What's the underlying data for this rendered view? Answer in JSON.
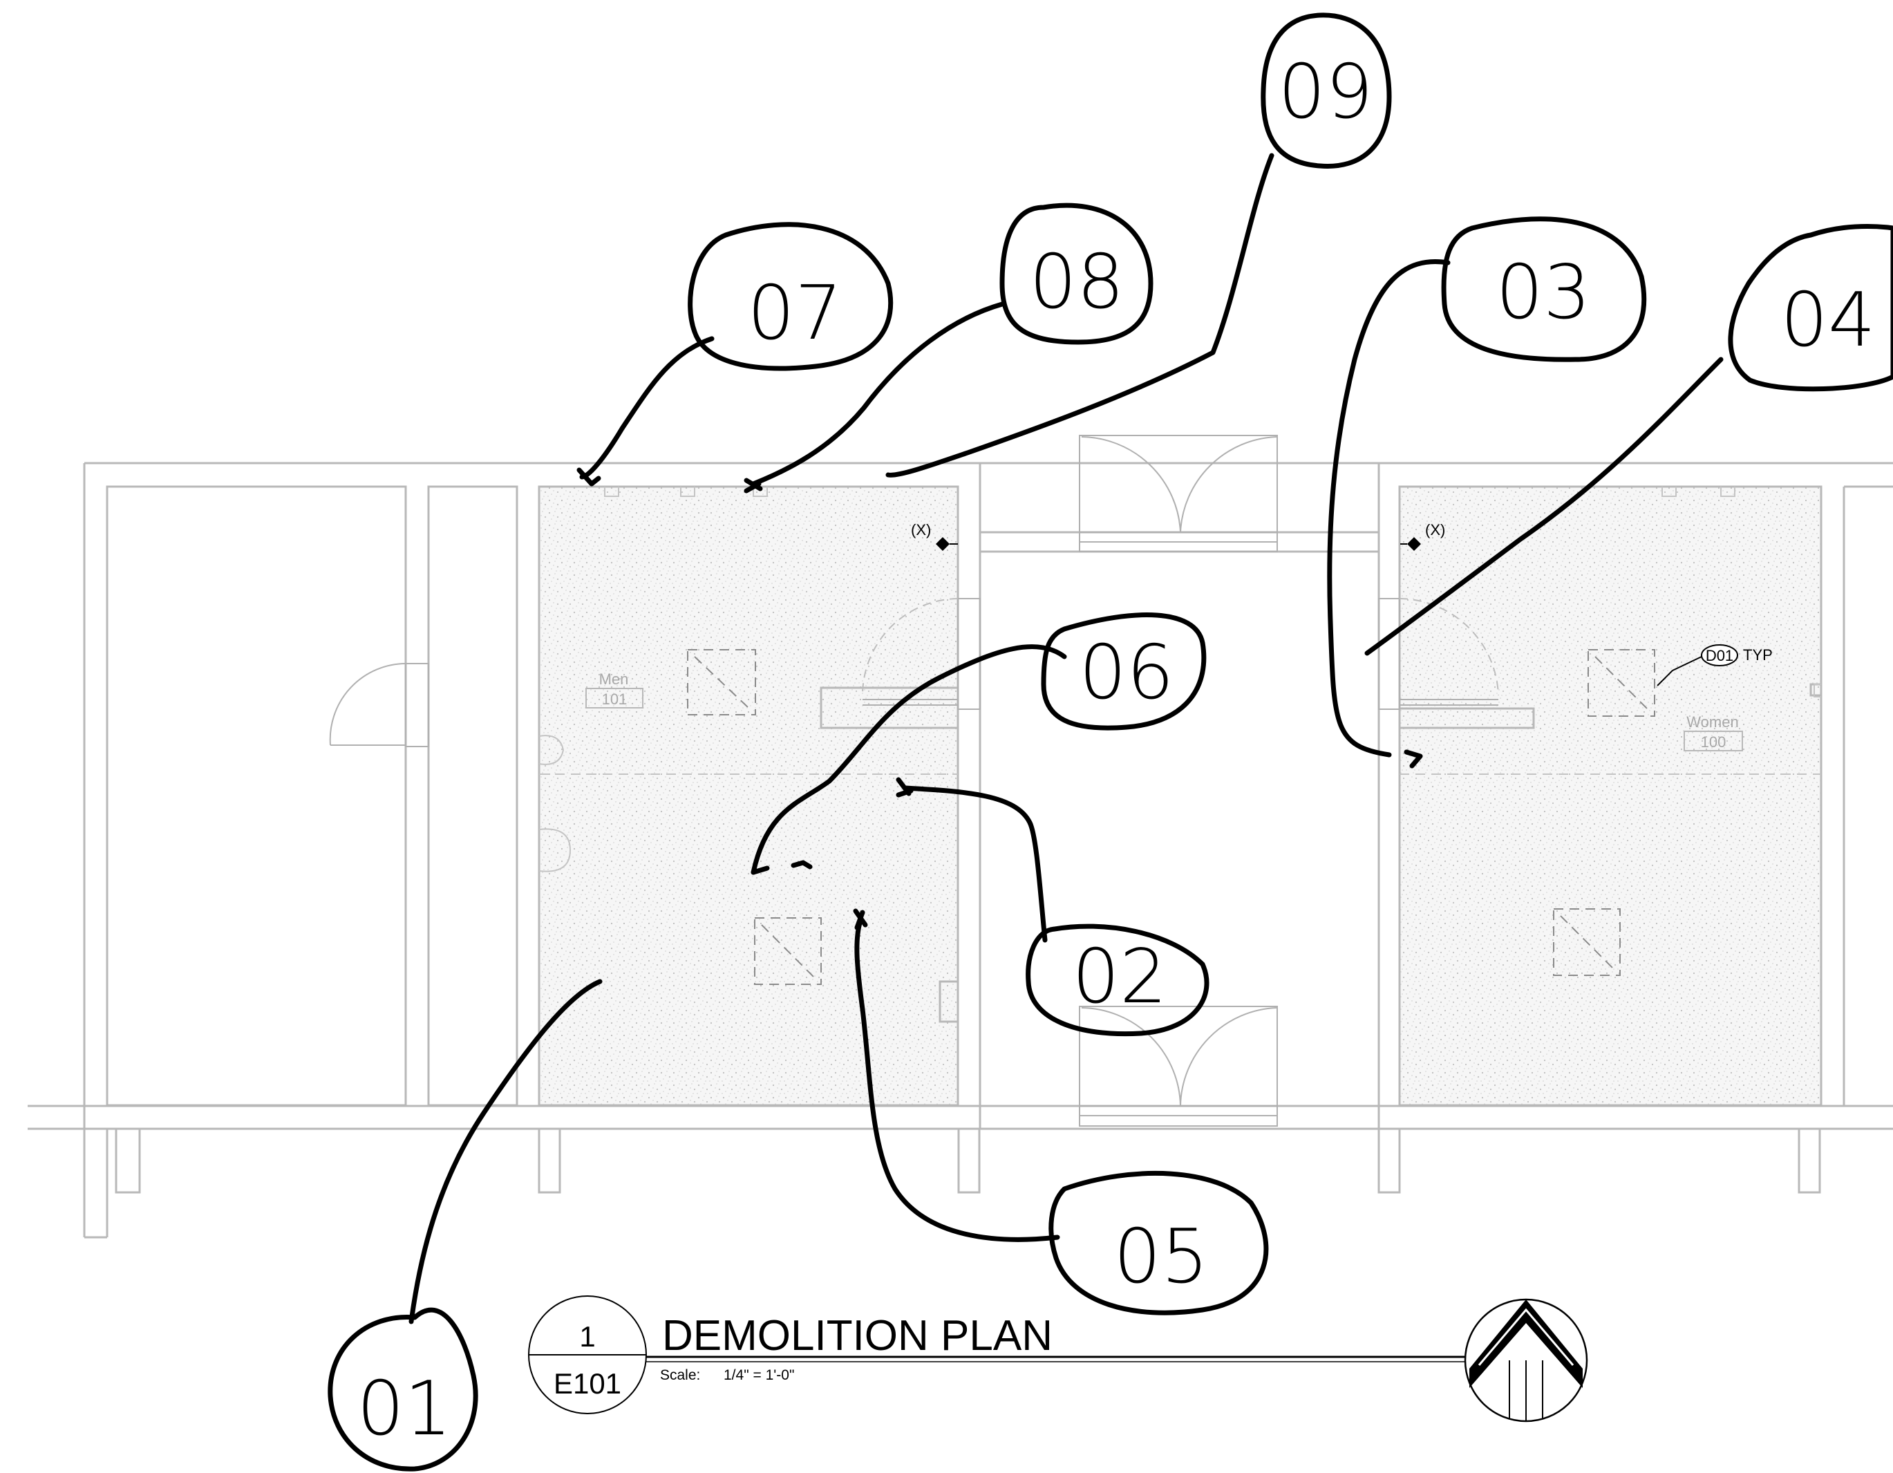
{
  "title_block": {
    "view_number": "1",
    "sheet_number": "E101",
    "title": "DEMOLITION PLAN",
    "scale_label": "Scale:",
    "scale_value": "1/4\" = 1'-0\""
  },
  "rooms": [
    {
      "name": "Men",
      "number": "101"
    },
    {
      "name": "Women",
      "number": "100"
    }
  ],
  "tags": {
    "existing_mark": "(X)",
    "keynote_tag": "D01",
    "keynote_suffix": "TYP"
  },
  "callouts": [
    "01",
    "02",
    "03",
    "04",
    "05",
    "06",
    "07",
    "08",
    "09"
  ],
  "colors": {
    "ink": "#000000",
    "walls": "#b8b8b8",
    "floor_stipple": "#eeeeee"
  }
}
